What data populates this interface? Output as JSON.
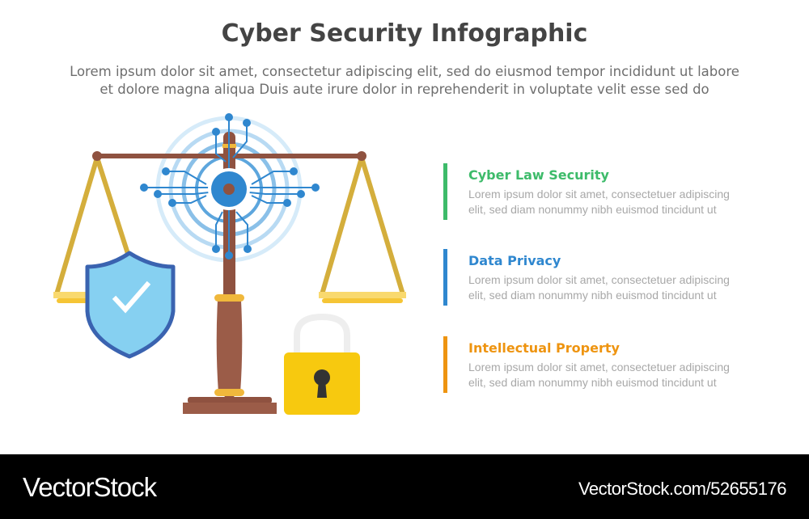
{
  "header": {
    "title": "Cyber Security Infographic",
    "subtitle_line1": "Lorem ipsum dolor sit amet, consectetur adipiscing elit, sed do eiusmod tempor incididunt ut labore",
    "subtitle_line2": "et dolore magna aliqua Duis aute irure dolor in reprehenderit in voluptate velit esse sed do"
  },
  "illustration": {
    "elements": [
      "balance-scale-icon",
      "circuit-target-icon",
      "shield-check-icon",
      "padlock-icon"
    ],
    "colors": {
      "wood": "#8f5240",
      "gold": "#d4ae3c",
      "pan": "#f5cf5a",
      "circuit_blue": "#2f87cf",
      "shield_fill": "#86d0f1",
      "shield_border": "#3a63b0",
      "lock_body": "#f7c90f",
      "lock_shackle": "#eeeeee",
      "keyhole": "#333333"
    }
  },
  "items": [
    {
      "heading": "Cyber Law Security",
      "line1": "Lorem ipsum dolor sit amet, consectetuer adipiscing",
      "line2": "elit, sed diam nonummy nibh euismod tincidunt ut",
      "color": "#3dbb6a"
    },
    {
      "heading": "Data Privacy",
      "line1": "Lorem ipsum dolor sit amet, consectetuer adipiscing",
      "line2": "elit, sed diam nonummy nibh euismod tincidunt ut",
      "color": "#2f87cf"
    },
    {
      "heading": "Intellectual Property",
      "line1": "Lorem ipsum dolor sit amet, consectetuer adipiscing",
      "line2": "elit, sed diam nonummy nibh euismod tincidunt ut",
      "color": "#ee9410"
    }
  ],
  "footer": {
    "brand": "VectorStock",
    "url": "VectorStock.com/52655176"
  }
}
